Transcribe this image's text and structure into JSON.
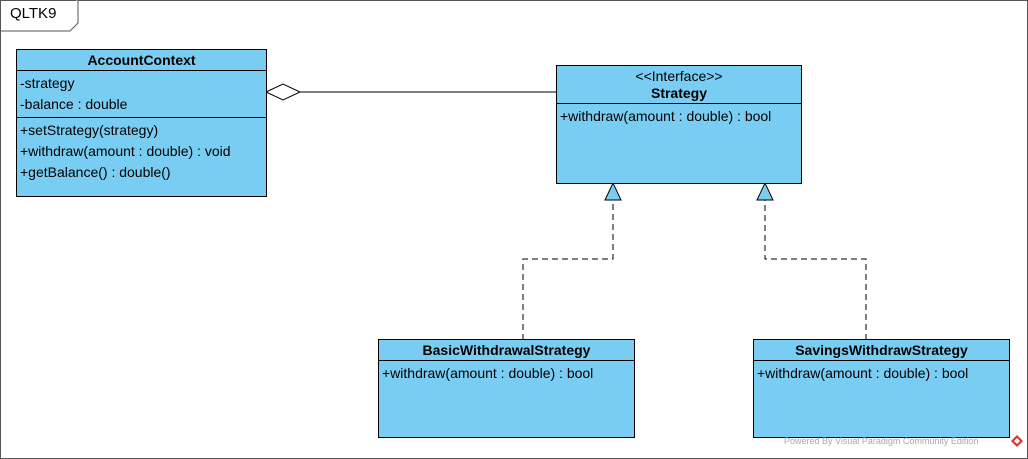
{
  "frame": {
    "title": "QLTK9"
  },
  "classes": {
    "account_context": {
      "name": "AccountContext",
      "attributes": [
        "-strategy",
        "-balance : double"
      ],
      "operations": [
        "+setStrategy(strategy)",
        "+withdraw(amount : double) : void",
        "+getBalance() : double()"
      ]
    },
    "strategy": {
      "stereotype": "<<Interface>>",
      "name": "Strategy",
      "operations": [
        "+withdraw(amount : double) : bool"
      ]
    },
    "basic": {
      "name": "BasicWithdrawalStrategy",
      "operations": [
        "+withdraw(amount : double) : bool"
      ]
    },
    "savings": {
      "name": "SavingsWithdrawStrategy",
      "operations": [
        "+withdraw(amount : double) : bool"
      ]
    }
  },
  "colors": {
    "class_fill": "#79cdf2",
    "line": "#000000",
    "watermark_logo": "#e0312f"
  },
  "watermark": {
    "text": "Powered By  Visual Paradigm Community Edition"
  }
}
